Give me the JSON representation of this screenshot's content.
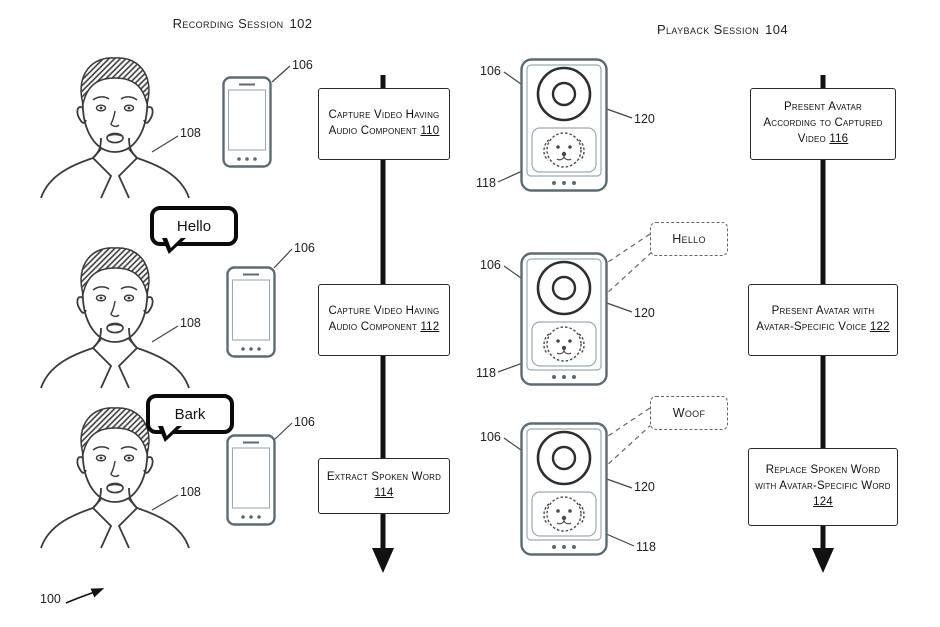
{
  "colors": {
    "ink": "#1a1a1a",
    "background": "#ffffff"
  },
  "recording": {
    "title": "Recording Session",
    "title_ref": "102",
    "steps": [
      {
        "label": "Capture Video Having Audio Component",
        "ref": "110"
      },
      {
        "label": "Capture Video Having Audio Component",
        "ref": "112"
      },
      {
        "label": "Extract Spoken Word",
        "ref": "114"
      }
    ],
    "bubbles": [
      {
        "text": "Hello"
      },
      {
        "text": "Bark"
      }
    ]
  },
  "playback": {
    "title": "Playback Session",
    "title_ref": "104",
    "steps": [
      {
        "label": "Present Avatar According to Captured Video",
        "ref": "116"
      },
      {
        "label": "Present Avatar with Avatar-Specific Voice",
        "ref": "122"
      },
      {
        "label": "Replace Spoken Word with Avatar-Specific Word",
        "ref": "124"
      }
    ],
    "bubbles": [
      {
        "text": "Hello"
      },
      {
        "text": "Woof"
      }
    ]
  },
  "refs": {
    "figure": "100",
    "phone": "106",
    "person": "108",
    "avatar": "118",
    "speaker": "120"
  }
}
